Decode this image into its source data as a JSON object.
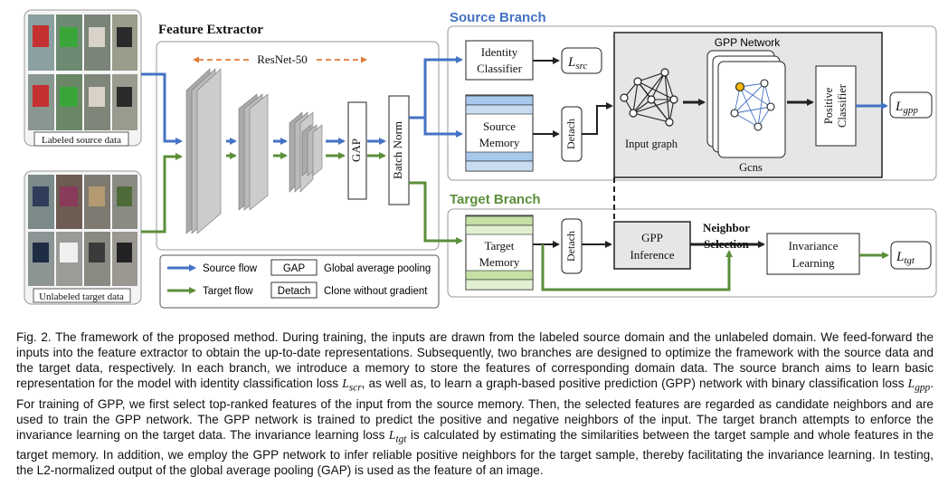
{
  "figure": {
    "feature_extractor_title": "Feature Extractor",
    "resnet_label": "ResNet-50",
    "gap_label": "GAP",
    "batch_norm_label": "Batch Norm",
    "labeled_source_label": "Labeled source data",
    "unlabeled_target_label": "Unlabeled target data",
    "source_branch_title": "Source Branch",
    "target_branch_title": "Target Branch",
    "identity_classifier_line1": "Identity",
    "identity_classifier_line2": "Classifier",
    "loss_src": "L",
    "loss_src_sub": "src",
    "source_memory_line1": "Source",
    "source_memory_line2": "Memory",
    "detach_label": "Detach",
    "gpp_network_title": "GPP Network",
    "input_graph_label": "Input graph",
    "gcns_label": "Gcns",
    "positive_classifier_line1": "Positive",
    "positive_classifier_line2": "Classifier",
    "loss_gpp": "L",
    "loss_gpp_sub": "gpp",
    "target_memory_line1": "Target",
    "target_memory_line2": "Memory",
    "gpp_inference_line1": "GPP",
    "gpp_inference_line2": "Inference",
    "neighbor_selection_line1": "Neighbor",
    "neighbor_selection_line2": "Selection",
    "invariance_learning_line1": "Invariance",
    "invariance_learning_line2": "Learning",
    "loss_tgt": "L",
    "loss_tgt_sub": "tgt",
    "legend": {
      "source_flow": "Source flow",
      "target_flow": "Target flow",
      "gap_key": "GAP",
      "gap_desc": "Global average pooling",
      "detach_key": "Detach",
      "detach_desc": "Clone without gradient"
    },
    "colors": {
      "source": "#4472c4",
      "target": "#5b8f3a",
      "resnet_arrow": "#e07b39",
      "memory_blue": "#a8c8ec",
      "memory_green": "#c5e0a5",
      "gpp_panel": "#e6e6e6"
    }
  },
  "caption": {
    "p1": "Fig. 2. The framework of the proposed method. During training, the inputs are drawn from the labeled source domain and the unlabeled domain. We feed-forward the inputs into the feature extractor to obtain the up-to-date representations. Subsequently, two branches are designed to optimize the framework with the source data and the target data, respectively. In each branch, we introduce a memory to store the features of corresponding domain data. The source branch aims to learn basic representation for the model with identity classification loss ",
    "m1": "L",
    "m1_sub": "scr",
    "p2": ", as well as, to learn a graph-based positive prediction (GPP) network with binary classification loss ",
    "m2": "L",
    "m2_sub": "gpp",
    "p3": ". For training of GPP, we first select top-ranked features of the input from the source memory. Then, the selected features are regarded as candidate neighbors and are used to train the GPP network. The GPP network is trained to predict the positive and negative neighbors of the input. The target branch attempts to enforce the invariance learning on the target data. The invariance learning loss ",
    "m3": "L",
    "m3_sub": "tgt",
    "p4": " is calculated by estimating the similarities between the target sample and whole features in the target memory. In addition, we employ the GPP network to infer reliable positive neighbors for the target sample, thereby facilitating the invariance learning. In testing, the L2-normalized output of the global average pooling (GAP) is used as the feature of an image."
  }
}
